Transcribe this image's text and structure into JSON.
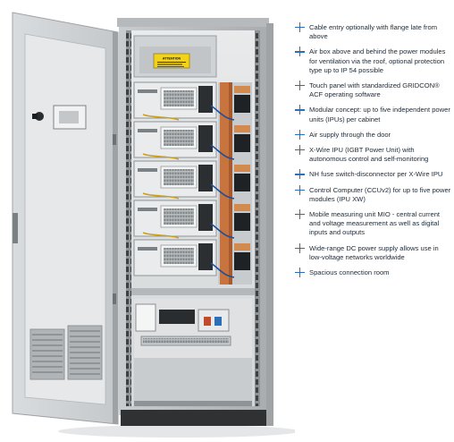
{
  "image": {
    "warning_label": "ATTENTION",
    "accent_color": "#2d6fb7"
  },
  "features": [
    {
      "icon": "plus-icon",
      "text": "Cable entry optionally with flange late from above"
    },
    {
      "icon": "plus-icon",
      "text": "Air box above and behind the power modules for ventilation via the roof, optional protection type up to IP 54 possible"
    },
    {
      "icon": "plus-icon",
      "text": "Touch panel with standardized GRIDCON® ACF operating software"
    },
    {
      "icon": "plus-icon",
      "text": "Modular concept: up to five independent power units (IPUs) per cabinet"
    },
    {
      "icon": "plus-icon",
      "text": "Air supply through the door"
    },
    {
      "icon": "plus-icon",
      "text": "X-Wire IPU (IGBT Power Unit) with autonomous control and self-monitoring"
    },
    {
      "icon": "plus-icon",
      "text": "NH fuse switch-disconnector per X-Wire IPU"
    },
    {
      "icon": "plus-icon",
      "text": "Control Computer (CCUv2) for up to five power modules (IPU XW)"
    },
    {
      "icon": "plus-icon",
      "text": "Mobile measuring unit MIO - central current and voltage measurement as well as digital inputs and outputs"
    },
    {
      "icon": "plus-icon",
      "text": "Wide-range DC power supply allows use in low-voltage networks worldwide"
    },
    {
      "icon": "plus-icon",
      "text": "Spacious connection room"
    }
  ]
}
